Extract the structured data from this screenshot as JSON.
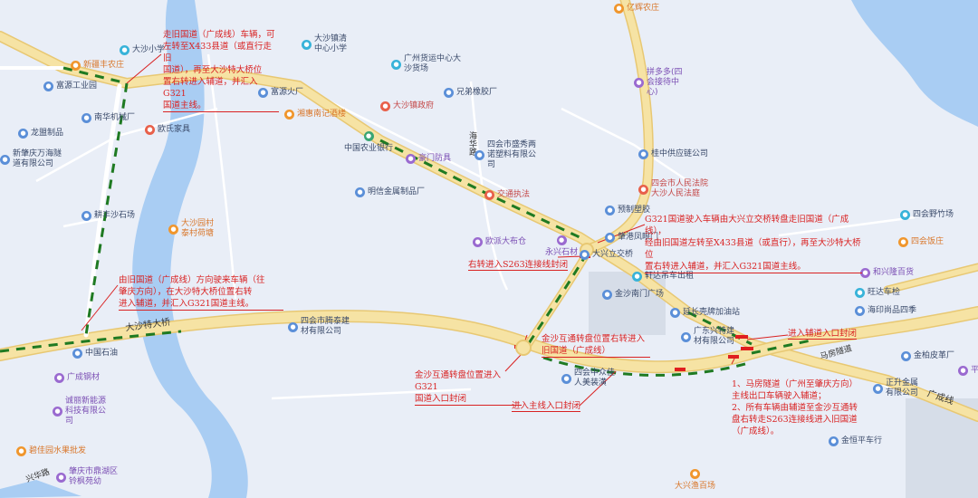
{
  "map": {
    "road_labels": {
      "g321": "广成线",
      "bridge": "大沙特大桥",
      "xinglong": "兴华路",
      "yaohua": "海华路",
      "mafang": "马房隧道"
    },
    "pois": [
      {
        "name": "新疆丰农庄",
        "color": "orange"
      },
      {
        "name": "大沙小学",
        "color": "cyan"
      },
      {
        "name": "大沙镇清中心小学",
        "color": "cyan"
      },
      {
        "name": "广州货运中心大沙货场",
        "color": "cyan"
      },
      {
        "name": "亿辉农庄",
        "color": "orange"
      },
      {
        "name": "富源工业园",
        "color": "blue"
      },
      {
        "name": "兄弟橡胶厂",
        "color": "blue"
      },
      {
        "name": "拼多多(四会接待中心)",
        "color": "purple"
      },
      {
        "name": "南华机械厂",
        "color": "blue"
      },
      {
        "name": "富源火厂",
        "color": "blue"
      },
      {
        "name": "大沙镇政府",
        "color": "red"
      },
      {
        "name": "龙盟制品",
        "color": "blue"
      },
      {
        "name": "欧氏家具",
        "color": "red"
      },
      {
        "name": "湘惠南记酒楼",
        "color": "orange"
      },
      {
        "name": "中国农业银行",
        "color": "green"
      },
      {
        "name": "四会市盛秀两诺塑料有限公司",
        "color": "blue"
      },
      {
        "name": "新肇庆万海隧道有限公司",
        "color": "blue"
      },
      {
        "name": "豪门防具",
        "color": "purple"
      },
      {
        "name": "桂中供应链公司",
        "color": "blue"
      },
      {
        "name": "明信金属制品厂",
        "color": "blue"
      },
      {
        "name": "交通执法",
        "color": "red"
      },
      {
        "name": "四会市人民法院大沙人民法庭",
        "color": "red"
      },
      {
        "name": "耕丰沙石场",
        "color": "blue"
      },
      {
        "name": "预制塑胶",
        "color": "blue"
      },
      {
        "name": "大沙园村泰村荷塘",
        "color": "orange"
      },
      {
        "name": "欧派大布仓",
        "color": "purple"
      },
      {
        "name": "永兴石材",
        "color": "purple"
      },
      {
        "name": "肇港凤眼门",
        "color": "blue"
      },
      {
        "name": "大兴立交桥",
        "color": "blue"
      },
      {
        "name": "轩达吊车出租",
        "color": "cyan"
      },
      {
        "name": "四会野竹场",
        "color": "cyan"
      },
      {
        "name": "四会饭庄",
        "color": "orange"
      },
      {
        "name": "金沙南门广场",
        "color": "blue"
      },
      {
        "name": "和兴隆百货",
        "color": "purple"
      },
      {
        "name": "延长壳牌加油站",
        "color": "blue"
      },
      {
        "name": "旺达车检",
        "color": "cyan"
      },
      {
        "name": "海印尚品四季",
        "color": "blue"
      },
      {
        "name": "四会市腾泰建材有限公司",
        "color": "blue"
      },
      {
        "name": "广东兴特建材有限公司",
        "color": "blue"
      },
      {
        "name": "中国石油",
        "color": "blue"
      },
      {
        "name": "广成钢材",
        "color": "purple"
      },
      {
        "name": "金柏皮革厂",
        "color": "blue"
      },
      {
        "name": "四会中众佳人美装潢",
        "color": "blue"
      },
      {
        "name": "诚丽新能源科技有限公司",
        "color": "purple"
      },
      {
        "name": "正升金属有限公司",
        "color": "blue"
      },
      {
        "name": "碧佳园水果批发",
        "color": "orange"
      },
      {
        "name": "金恒平车行",
        "color": "blue"
      },
      {
        "name": "肇庆市鼎湖区铃枫苑幼",
        "color": "purple"
      },
      {
        "name": "大兴渔百场",
        "color": "orange"
      },
      {
        "name": "平化",
        "color": "purple"
      }
    ]
  },
  "annotations": {
    "a1": "走旧国道（广成线）车辆，可\n左转至X433县道（或直行走旧\n国道），再至大沙特大桥位\n置右转进入辅道，并汇入G321\n国道主线。",
    "a2": "G321国道驶入车辆由大兴立交桥转盘走旧国道（广成线），\n经由旧国道左转至X433县道（或直行），再至大沙特大桥位\n置右转进入辅道，并汇入G321国道主线。",
    "a3": "右转进入S263连接线封闭",
    "a4": "由旧国道（广成线）方向驶来车辆（往\n肇庆方向），在大沙特大桥位置右转\n进入辅道，并汇入G321国道主线。",
    "a5": "金沙互通转盘位置右转进入\n旧国道（广成线）",
    "a6": "进入辅道入口封闭",
    "a7": "金沙互通转盘位置进入G321\n国道入口封闭",
    "a8": "1、马房隧道（广州至肇庆方向）\n主线出口车辆驶入辅道；\n2、所有车辆由辅道至金沙互通转\n盘右转走S263连接线进入旧国道\n（广成线）。",
    "a9": "进入主线入口封闭"
  },
  "colors": {
    "background": "#e9eef7",
    "river": "#a9cdf3",
    "main_road": "#f6e3a4",
    "main_road_edge": "#e8c873",
    "minor_road": "#ffffff",
    "annotation": "#d92222",
    "route_arrow": "#1f7a22",
    "closure": "#e01f1f"
  }
}
